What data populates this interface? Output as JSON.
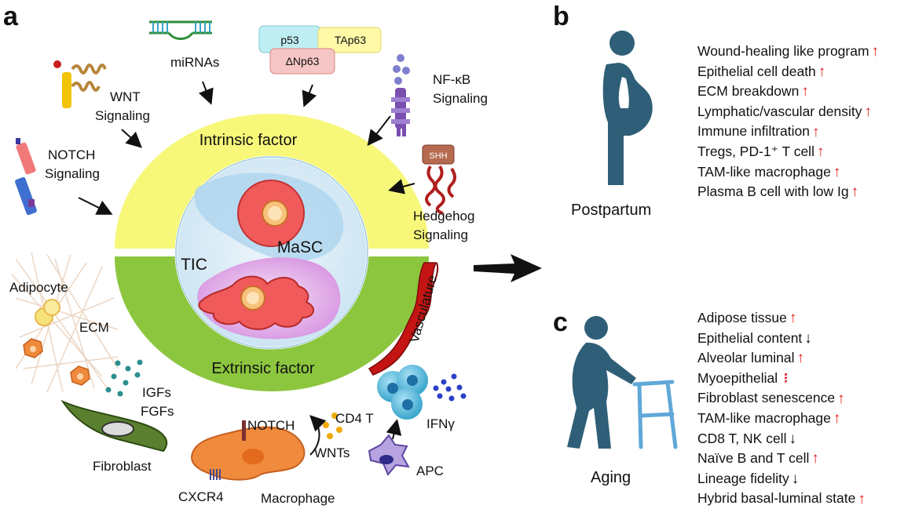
{
  "panels": {
    "a": "a",
    "b": "b",
    "c": "c"
  },
  "panel_a": {
    "intrinsic_factor": "Intrinsic factor",
    "extrinsic_factor": "Extrinsic factor",
    "masc": "MaSC",
    "tic": "TIC",
    "mirnas": "miRNAs",
    "p53": "p53",
    "tap63": "TAp63",
    "dnp63": "ΔNp63",
    "nfkb": [
      "NF-κB",
      "Signaling"
    ],
    "wnt": [
      "WNT",
      "Signaling"
    ],
    "notch_signaling": [
      "NOTCH",
      "Signaling"
    ],
    "shh": "SHH",
    "hedgehog": [
      "Hedgehog",
      "Signaling"
    ],
    "adipocyte": "Adipocyte",
    "ecm": "ECM",
    "igfs": "IGFs",
    "fgfs": "FGFs",
    "fibroblast": "Fibroblast",
    "notch": "NOTCH",
    "wnts": "WNTs",
    "cd4t": "CD4 T",
    "ifng": "IFNγ",
    "apc": "APC",
    "cxcr4": "CXCR4",
    "macrophage": "Macrophage",
    "vasculature": "Vasculature"
  },
  "panel_b": {
    "title": "Postpartum",
    "items": [
      {
        "text": "Wound-healing like program",
        "trend": "up"
      },
      {
        "text": "Epithelial cell death",
        "trend": "up"
      },
      {
        "text": "ECM breakdown",
        "trend": "up"
      },
      {
        "text": "Lymphatic/vascular density",
        "trend": "up"
      },
      {
        "text": "Immune infiltration",
        "trend": "up"
      },
      {
        "text": "Tregs, PD-1⁺ T cell ",
        "trend": "up"
      },
      {
        "text": "TAM-like macrophage",
        "trend": "up"
      },
      {
        "text": "Plasma B cell with low Ig",
        "trend": "up"
      }
    ]
  },
  "panel_c": {
    "title": "Aging",
    "items": [
      {
        "text": "Adipose tissue",
        "trend": "up"
      },
      {
        "text": "Epithelial content",
        "trend": "down"
      },
      {
        "text": "Alveolar luminal",
        "trend": "up"
      },
      {
        "text": "Myoepithelial",
        "trend": "uncertain"
      },
      {
        "text": "Fibroblast senescence",
        "trend": "up"
      },
      {
        "text": "TAM-like macrophage",
        "trend": "up"
      },
      {
        "text": "CD8 T, NK cell",
        "trend": "down"
      },
      {
        "text": "Naïve B and T cell",
        "trend": "up"
      },
      {
        "text": "Lineage fidelity",
        "trend": "down"
      },
      {
        "text": "Hybrid basal-luminal state",
        "trend": "up"
      }
    ]
  },
  "colors": {
    "intrinsic_ring": "#f7f77a",
    "extrinsic_ring": "#8cc63f",
    "up_arrow": "#e01b1b",
    "figure_silhouette": "#2f5f78",
    "walker": "#5fa8d8"
  }
}
